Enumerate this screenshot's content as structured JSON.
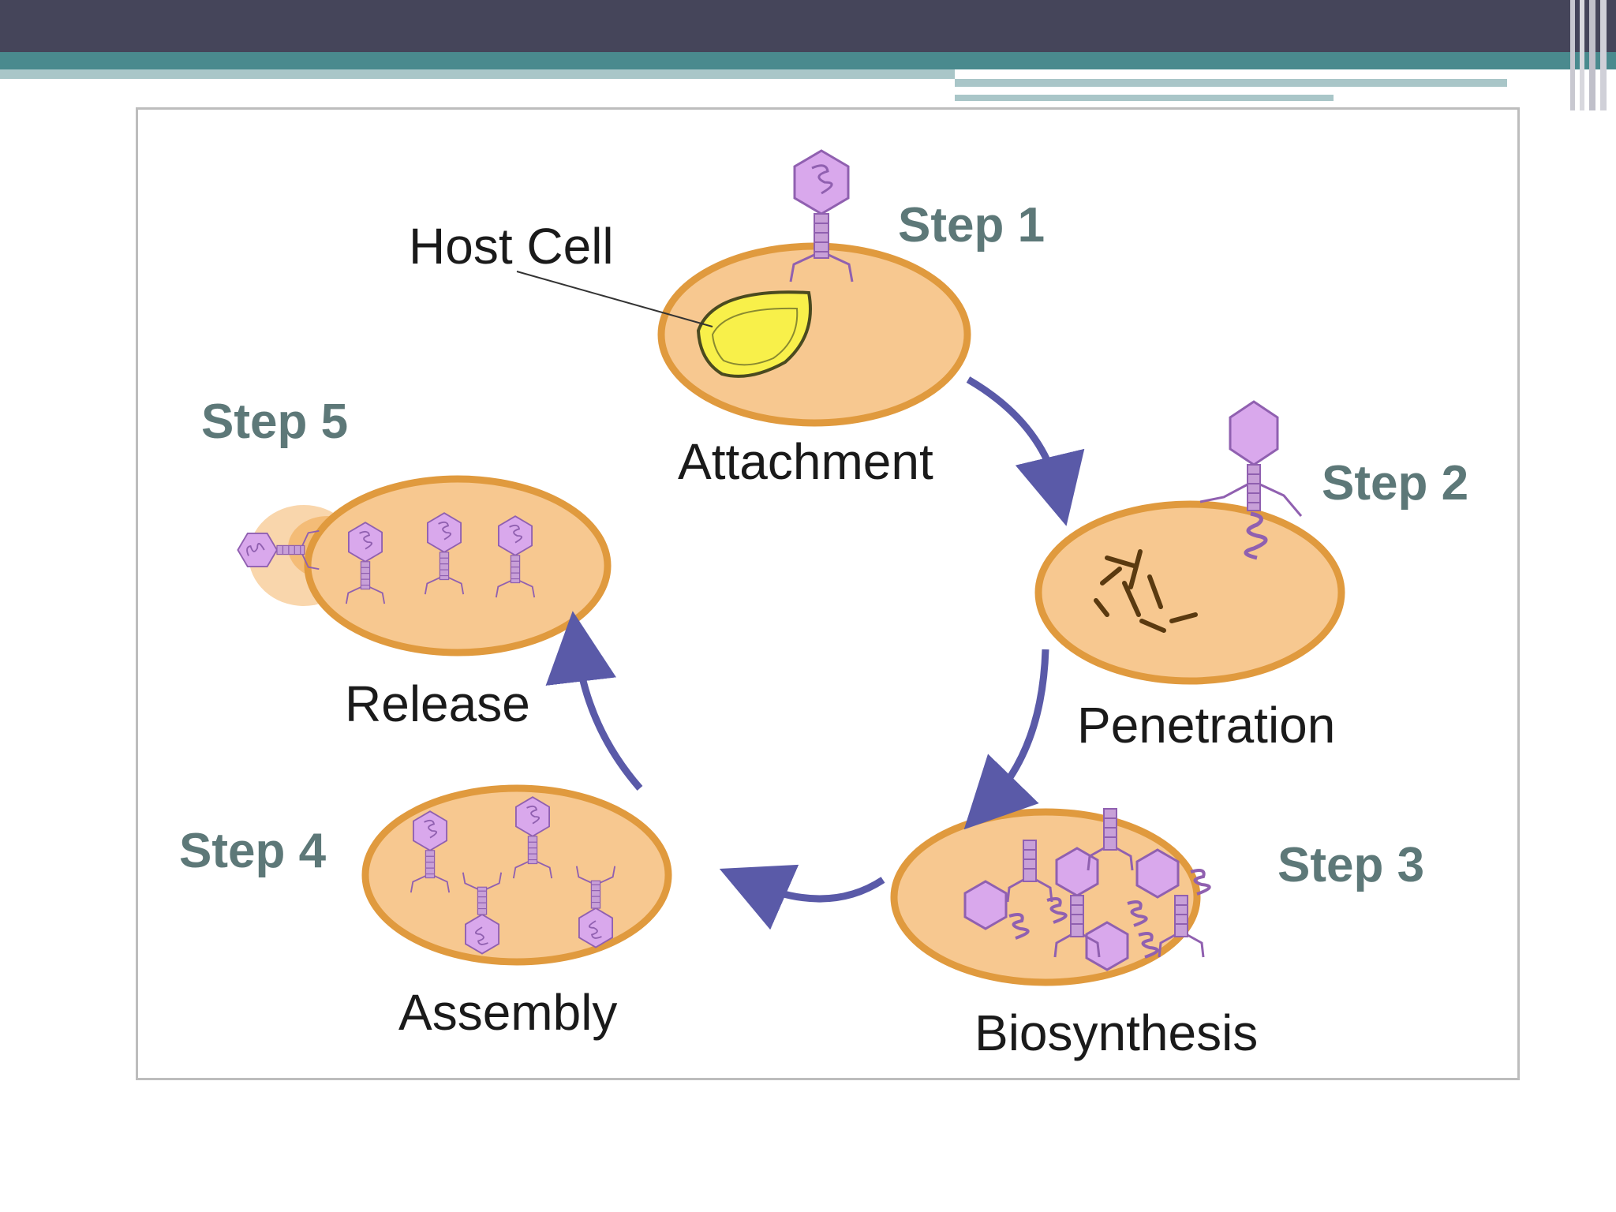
{
  "diagram": {
    "host_cell_label": "Host Cell",
    "steps": [
      {
        "step": "Step 1",
        "stage": "Attachment"
      },
      {
        "step": "Step 2",
        "stage": "Penetration"
      },
      {
        "step": "Step 3",
        "stage": "Biosynthesis"
      },
      {
        "step": "Step 4",
        "stage": "Assembly"
      },
      {
        "step": "Step 5",
        "stage": "Release"
      }
    ]
  },
  "colors": {
    "header_dark": "#45455a",
    "header_teal": "#4a8a8e",
    "header_light_teal": "#a9c6c8",
    "cell_fill": "#f7c890",
    "cell_border": "#e09a3e",
    "nucleus_fill": "#f8f04a",
    "virus_fill": "#d9a8ec",
    "virus_stroke": "#9060b0",
    "arrow": "#5a5aa8",
    "step_text": "#5d7878"
  }
}
